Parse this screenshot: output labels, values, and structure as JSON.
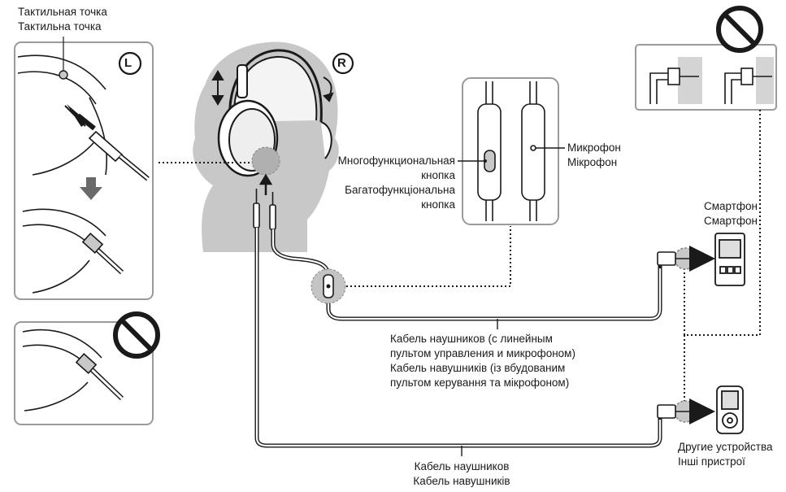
{
  "labels": {
    "tactile_point_ru": "Тактильная точка",
    "tactile_point_uk": "Тактильна точка",
    "multifunction_button_ru": "Многофункциональная",
    "multifunction_button_ru_2": "кнопка",
    "multifunction_button_uk": "Багатофункціональна",
    "multifunction_button_uk_2": "кнопка",
    "microphone_ru": "Микрофон",
    "microphone_uk": "Мікрофон",
    "smartphone_ru": "Смартфон",
    "smartphone_uk": "Смартфон",
    "other_devices_ru": "Другие устройства",
    "other_devices_uk": "Інші пристрої",
    "cable_remote_ru_1": "Кабель наушников (с линейным",
    "cable_remote_ru_2": "пультом управления и микрофоном)",
    "cable_remote_uk_1": "Кабель навушників (із вбудованим",
    "cable_remote_uk_2": "пультом керування та мікрофоном)",
    "cable_plain_ru": "Кабель наушников",
    "cable_plain_uk": "Кабель навушників",
    "left_mark": "L",
    "right_mark": "R"
  },
  "colors": {
    "head_gray": "#c8c8c8",
    "panel_border": "#9a9a9a",
    "ink": "#1a1a1a",
    "shade": "#d4d4d4"
  },
  "icons": [
    "prohibited-icon",
    "arrow-down-icon",
    "arrow-right-icon",
    "smartphone-icon",
    "media-player-icon",
    "headphones-icon"
  ]
}
